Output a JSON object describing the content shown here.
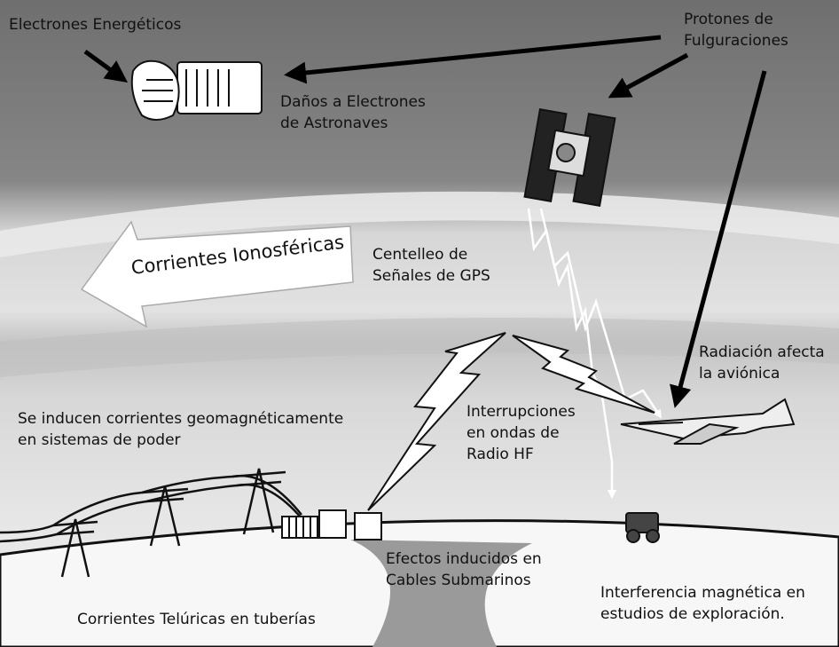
{
  "labels": {
    "energetic_electrons": "Electrones Energéticos",
    "flare_protons": [
      "Protones de",
      "Fulguraciones"
    ],
    "spacecraft_damage": [
      "Daños a Electrones",
      "de Astronaves"
    ],
    "ionospheric_currents": "Corrientes Ionosféricas",
    "gps_scintillation": [
      "Centelleo de",
      "Señales de GPS"
    ],
    "avionics_radiation": [
      "Radiación afecta",
      "la aviónica"
    ],
    "power_systems": [
      "Se inducen corrientes geomagnéticamente",
      "en sistemas de poder"
    ],
    "hf_radio": [
      "Interrupciones",
      "en ondas de",
      "Radio HF"
    ],
    "submarine_cables": [
      "Efectos inducidos en",
      "Cables Submarinos"
    ],
    "magnetic_interference": [
      "Interferencia  magnética en",
      "estudios de exploración."
    ],
    "telluric_currents": "Corrientes  Telúricas en tuberías"
  }
}
